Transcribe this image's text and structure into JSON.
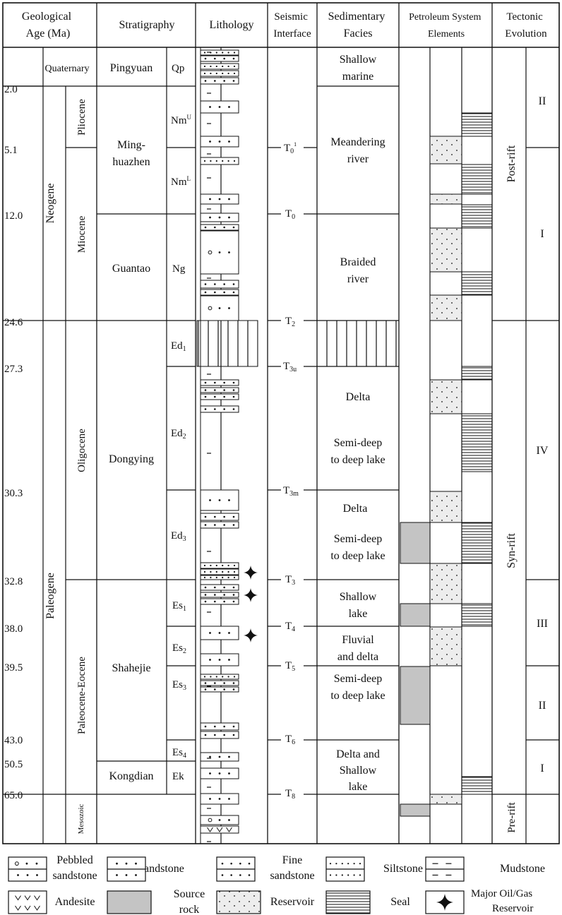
{
  "headers": {
    "geological_age": [
      "Geological",
      "Age (Ma)"
    ],
    "stratigraphy": "Stratigraphy",
    "lithology": "Lithology",
    "seismic": [
      "Seismic",
      "Interface"
    ],
    "facies": [
      "Sedimentary",
      "Facies"
    ],
    "petroleum": [
      "Petroleum System",
      "Elements"
    ],
    "tectonic": [
      "Tectonic",
      "Evolution"
    ]
  },
  "ages": [
    "2.0",
    "5.1",
    "12.0",
    "24.6",
    "27.3",
    "30.3",
    "32.8",
    "38.0",
    "39.5",
    "43.0",
    "50.5",
    "65.0"
  ],
  "periods": [
    "Neogene",
    "Paleogene"
  ],
  "epochs": {
    "quaternary": "Quaternary",
    "pliocene": "Pliocene",
    "miocene": "Miocene",
    "oligocene": "Oligocene",
    "paleocene_eocene": "Paleocene-Eocene",
    "mesozoic": "Mesozoic"
  },
  "formations": [
    "Pingyuan",
    "Ming-",
    "huazhen",
    "Guantao",
    "Dongying",
    "Shahejie",
    "Kongdian"
  ],
  "members": {
    "qp": "Qp",
    "nmu": "Nm",
    "nmu_sup": "U",
    "nml": "Nm",
    "nml_sup": "L",
    "ng": "Ng",
    "ed1": "Ed",
    "ed1_sub": "1",
    "ed2": "Ed",
    "ed2_sub": "2",
    "ed3": "Ed",
    "ed3_sub": "3",
    "es1": "Es",
    "es1_sub": "1",
    "es2": "Es",
    "es2_sub": "2",
    "es3": "Es",
    "es3_sub": "3",
    "es4": "Es",
    "es4_sub": "4",
    "ek": "Ek"
  },
  "seismic": {
    "t01": "T",
    "t01_sub": "0",
    "t01_sup": "1",
    "t0": "T",
    "t0_sub": "0",
    "t2": "T",
    "t2_sub": "2",
    "t3u": "T",
    "t3u_sub": "3u",
    "t3m": "T",
    "t3m_sub": "3m",
    "t3": "T",
    "t3_sub": "3",
    "t4": "T",
    "t4_sub": "4",
    "t5": "T",
    "t5_sub": "5",
    "t6": "T",
    "t6_sub": "6",
    "t8": "T",
    "t8_sub": "8"
  },
  "facies": {
    "shallow_marine": [
      "Shallow",
      "marine"
    ],
    "meandering": [
      "Meandering",
      "river"
    ],
    "braided": [
      "Braided",
      "river"
    ],
    "delta1": "Delta",
    "semideep1": [
      "Semi-deep",
      "to deep lake"
    ],
    "delta2": "Delta",
    "semideep2": [
      "Semi-deep",
      "to deep lake"
    ],
    "shallow_lake": [
      "Shallow",
      "lake"
    ],
    "fluvial": [
      "Fluvial",
      "and delta"
    ],
    "semideep3": [
      "Semi-deep",
      "to deep lake"
    ],
    "delta_shallow": [
      "Delta and",
      "Shallow",
      "lake"
    ]
  },
  "tectonic": {
    "post_rift": "Post-rift",
    "syn_rift": "Syn-rift",
    "pre_rift": "Pre-rift",
    "stages": [
      "II",
      "I",
      "IV",
      "III",
      "II",
      "I"
    ]
  },
  "legend": {
    "pebbled": [
      "Pebbled",
      "sandstone"
    ],
    "sandstone": "Sandstone",
    "fine": [
      "Fine",
      "sandstone"
    ],
    "siltstone": "Siltstone",
    "mudstone": "Mudstone",
    "andesite": "Andesite",
    "source": [
      "Source",
      "rock"
    ],
    "reservoir": "Reservoir",
    "seal": "Seal",
    "major": [
      "Major Oil/Gas",
      "Reservoir"
    ]
  },
  "colors": {
    "line": "#111111",
    "source_rock": "#c4c4c4",
    "reservoir": "#ededed"
  }
}
